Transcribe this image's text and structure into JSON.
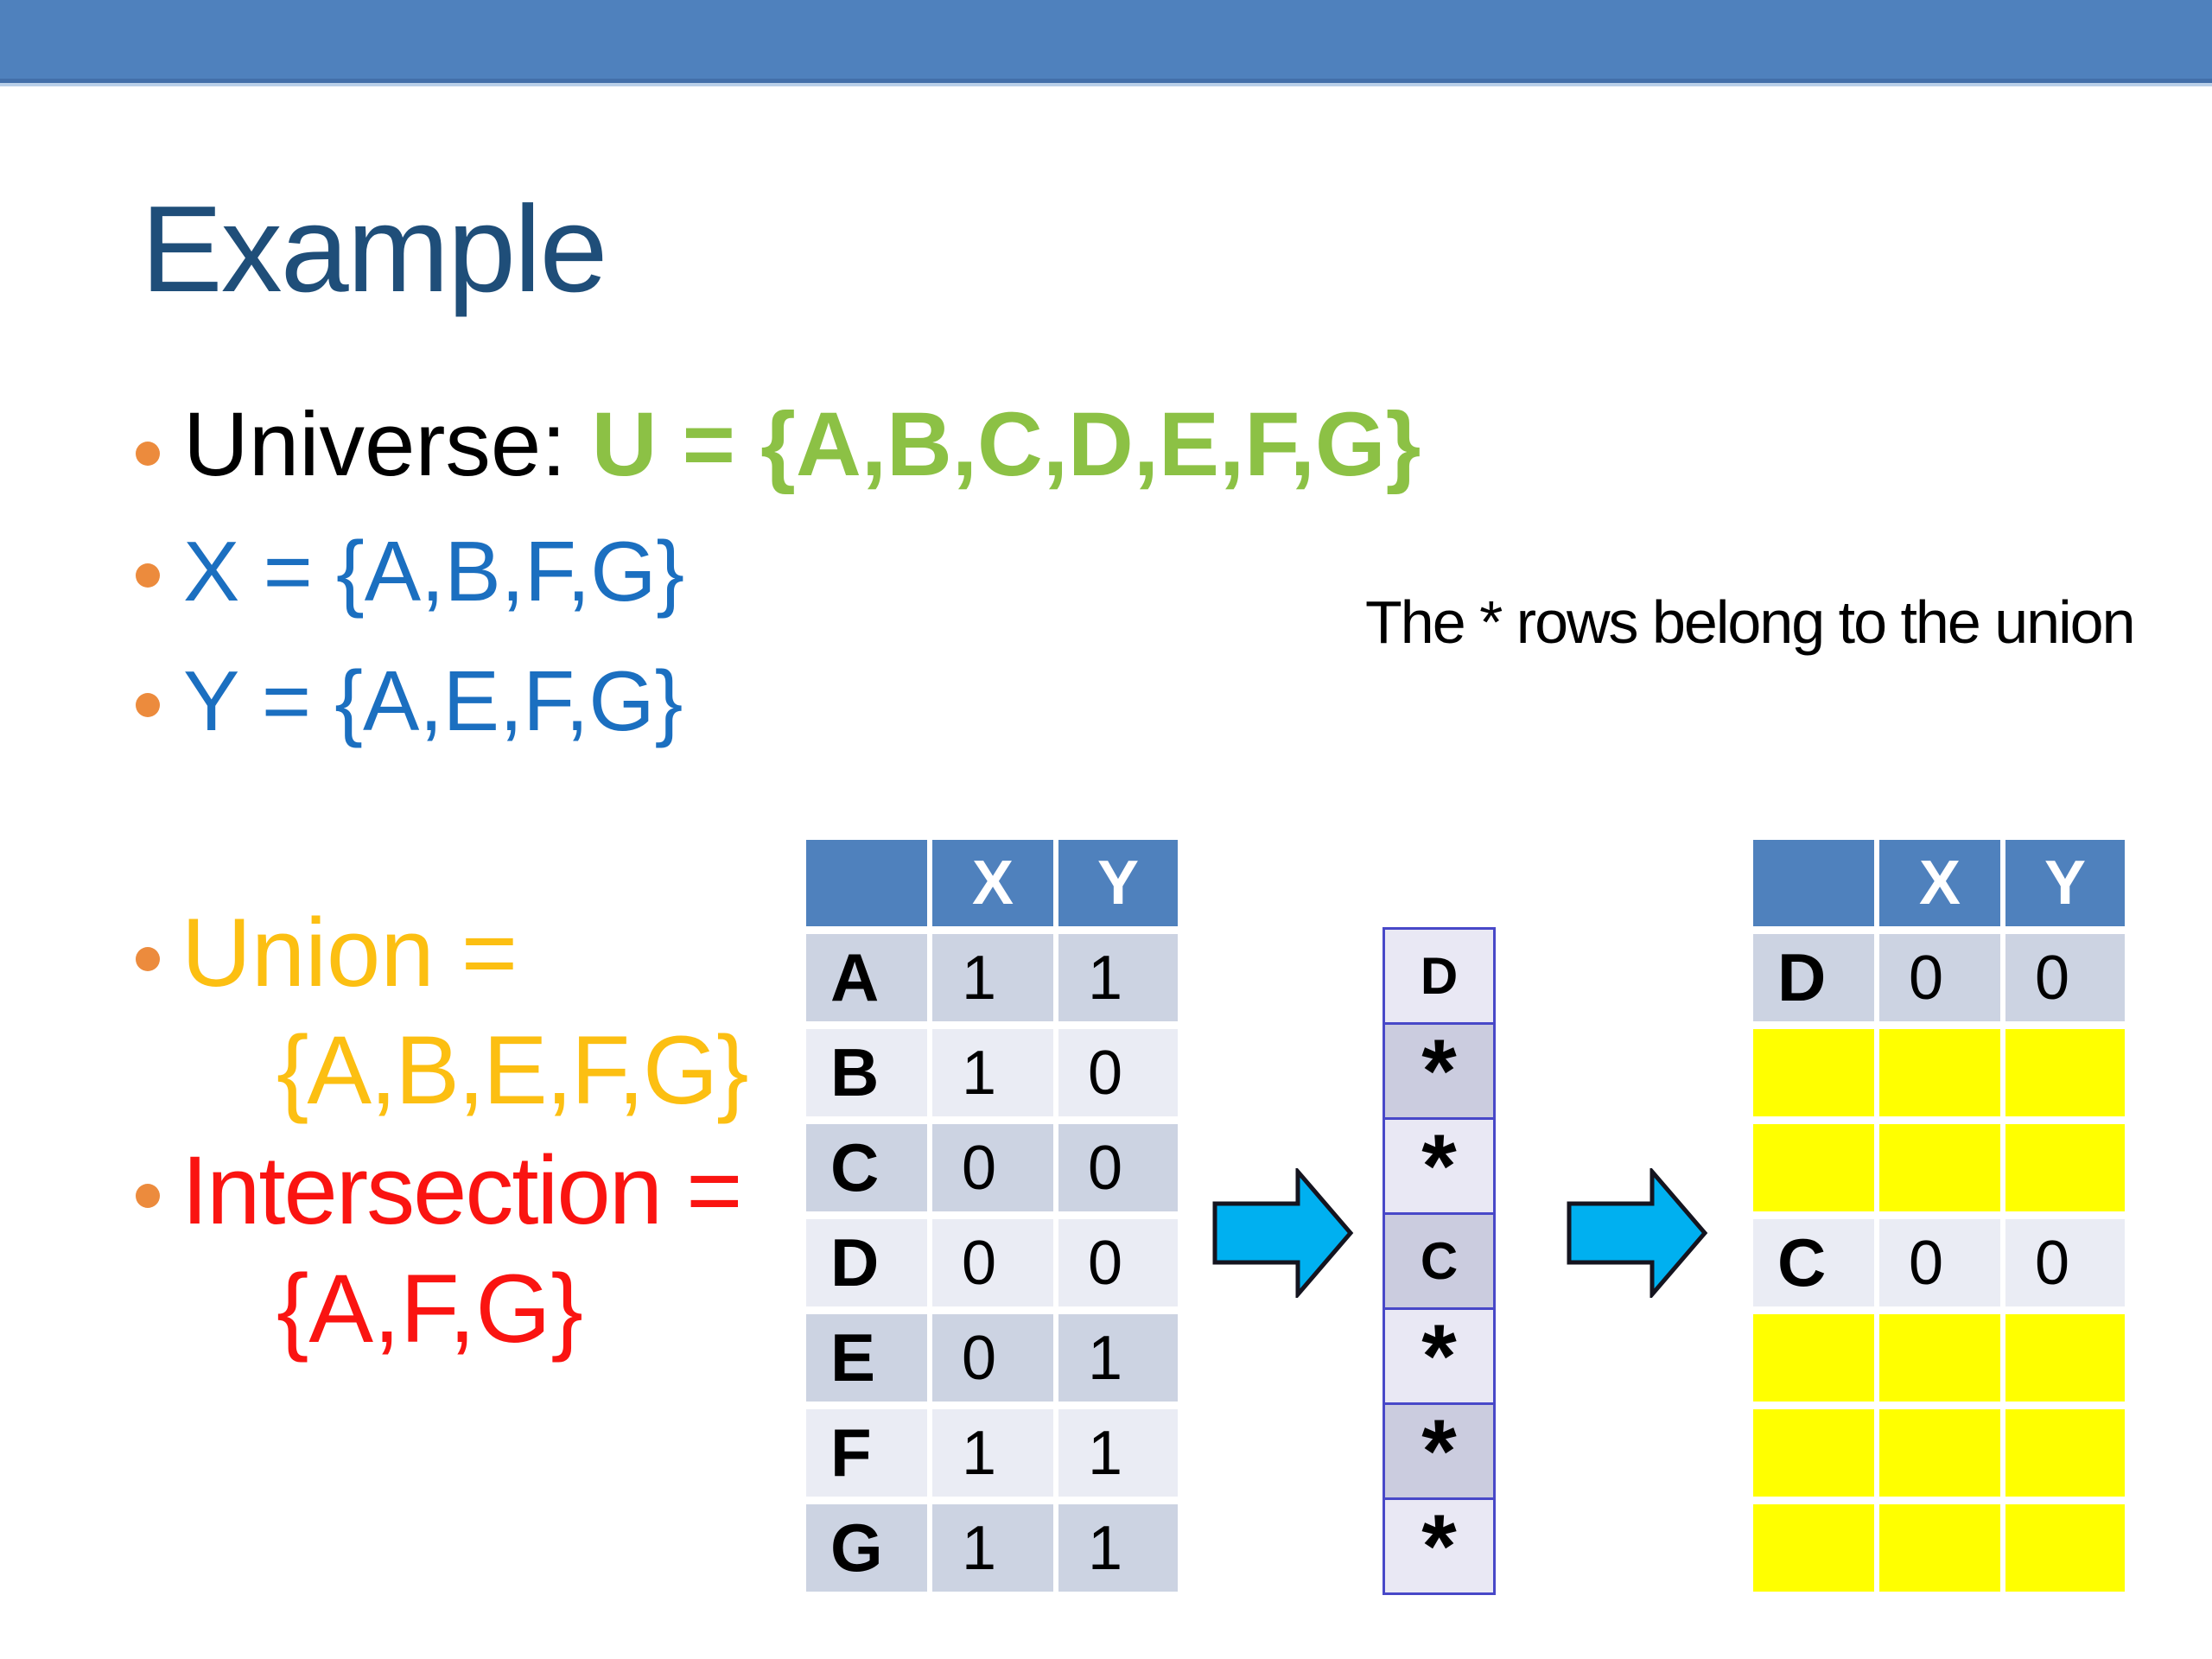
{
  "slide": {
    "title": "Example"
  },
  "bullets": {
    "universe_prefix": "Universe: ",
    "universe_set": "U = {A,B,C,D,E,F,G}",
    "x_set": "X = {A,B,F,G}",
    "y_set": "Y = {A,E,F,G}",
    "union_label": "Union =",
    "union_set": "{A,B,E,F,G}",
    "intersection_label": "Intersection =",
    "intersection_set": "{A,F,G}"
  },
  "annotation": {
    "note": "The * rows belong to the union"
  },
  "bitmap_table": {
    "headers": [
      "",
      "X",
      "Y"
    ],
    "rows": [
      {
        "label": "A",
        "x": "1",
        "y": "1"
      },
      {
        "label": "B",
        "x": "1",
        "y": "0"
      },
      {
        "label": "C",
        "x": "0",
        "y": "0"
      },
      {
        "label": "D",
        "x": "0",
        "y": "0"
      },
      {
        "label": "E",
        "x": "0",
        "y": "1"
      },
      {
        "label": "F",
        "x": "1",
        "y": "1"
      },
      {
        "label": "G",
        "x": "1",
        "y": "1"
      }
    ]
  },
  "union_column": {
    "cells": [
      "D",
      "*",
      "*",
      "C",
      "*",
      "*",
      "*"
    ]
  },
  "result_table": {
    "headers": [
      "",
      "X",
      "Y"
    ],
    "rows": [
      {
        "label": "D",
        "x": "0",
        "y": "0",
        "highlight": false
      },
      {
        "label": "",
        "x": "",
        "y": "",
        "highlight": true
      },
      {
        "label": "",
        "x": "",
        "y": "",
        "highlight": true
      },
      {
        "label": "C",
        "x": "0",
        "y": "0",
        "highlight": false
      },
      {
        "label": "",
        "x": "",
        "y": "",
        "highlight": true
      },
      {
        "label": "",
        "x": "",
        "y": "",
        "highlight": true
      },
      {
        "label": "",
        "x": "",
        "y": "",
        "highlight": true
      }
    ]
  },
  "colors": {
    "bar_blue": "#4f81bd",
    "title_navy": "#1f4e79",
    "green": "#8cc145",
    "blue_text": "#1b6fc0",
    "gold": "#fcbf12",
    "red": "#fa1411",
    "orange_bullet": "#ec8b3d",
    "table_header_blue": "#4f81bd",
    "row_dark": "#ccd3e2",
    "row_light": "#eaecf4",
    "yellow_highlight": "#ffff00",
    "mid_cell_light": "#e9e8f4",
    "mid_cell_dark": "#cbccdf",
    "mid_border": "#4848c8",
    "arrow_fill": "#00b0f0",
    "arrow_stroke": "#14141f",
    "text_black": "#000000"
  }
}
